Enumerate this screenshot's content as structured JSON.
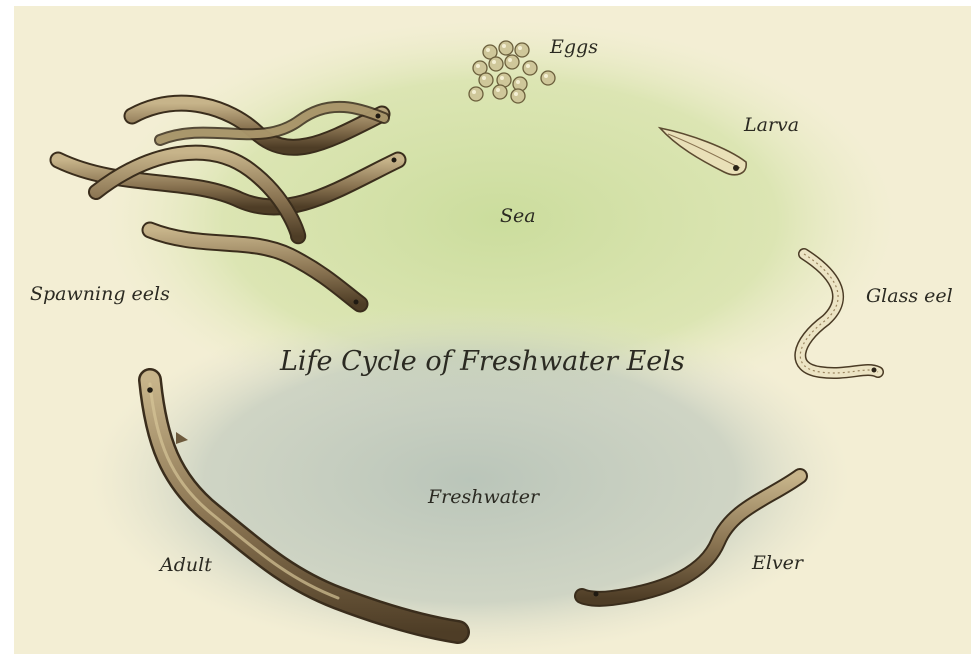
{
  "diagram": {
    "title": "Life Cycle of Freshwater Eels",
    "zones": {
      "sea": "Sea",
      "freshwater": "Freshwater"
    },
    "stages": [
      {
        "id": "eggs",
        "label": "Eggs"
      },
      {
        "id": "larva",
        "label": "Larva"
      },
      {
        "id": "glass-eel",
        "label": "Glass eel"
      },
      {
        "id": "elver",
        "label": "Elver"
      },
      {
        "id": "adult",
        "label": "Adult"
      },
      {
        "id": "spawning-eels",
        "label": "Spawning eels"
      }
    ],
    "colors": {
      "paper": "#f3eed4",
      "sea": "#c9dc9a",
      "freshwater": "#b7c3b8",
      "eel_body": "#8a7452",
      "eel_outline": "#3a2d1c",
      "text": "#2b2a22"
    }
  }
}
